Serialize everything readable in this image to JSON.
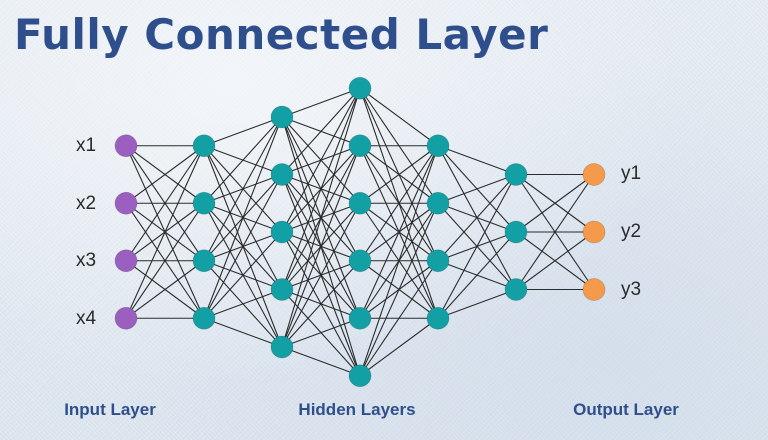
{
  "title": "Fully Connected Layer",
  "inputs": [
    "x1",
    "x2",
    "x3",
    "x4"
  ],
  "outputs": [
    "y1",
    "y2",
    "y3"
  ],
  "layer_labels": {
    "input": "Input Layer",
    "hidden": "Hidden Layers",
    "output": "Output Layer"
  },
  "network": {
    "layer_sizes": [
      4,
      4,
      5,
      6,
      4,
      3,
      3
    ],
    "connectivity": "fully-connected"
  },
  "colors": {
    "input_node": "#9b5fc0",
    "hidden_node": "#12a0a4",
    "output_node": "#f59a4a",
    "edge": "#2b2b2b",
    "title": "#2f4f8c"
  }
}
